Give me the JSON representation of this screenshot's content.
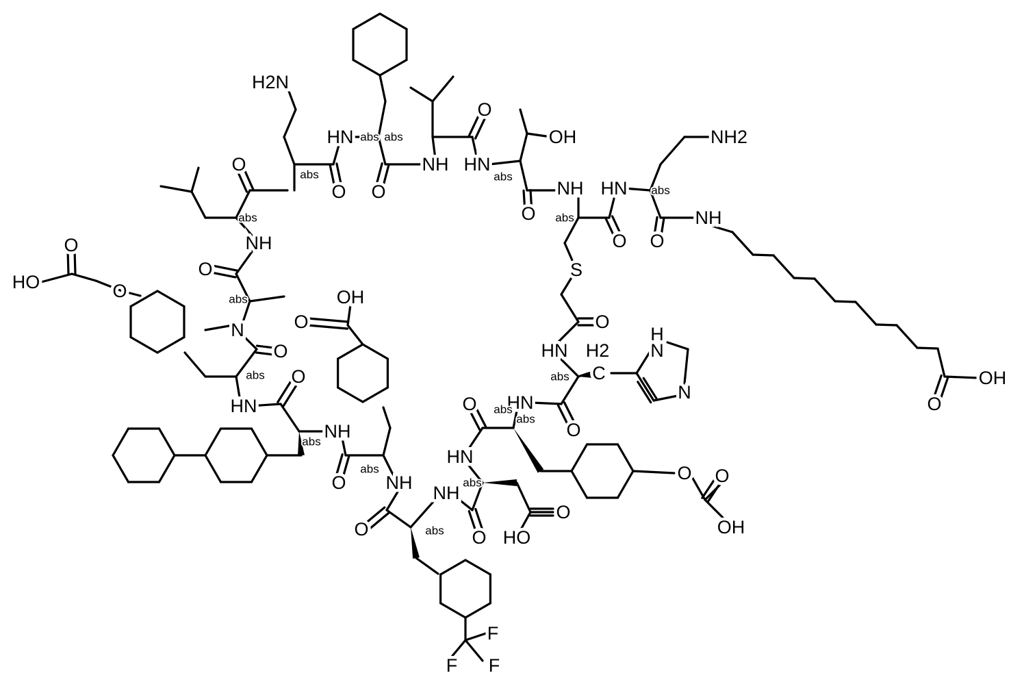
{
  "diagram": {
    "kind": "chemical-structure",
    "stroke_color": "#000000",
    "background": "#ffffff",
    "atom_labels": [
      "H2N",
      "HN",
      "NH",
      "HN",
      "OH",
      "NH",
      "HN",
      "NH2",
      "NH",
      "O",
      "O",
      "O",
      "O",
      "O",
      "O",
      "O",
      "NH",
      "HO",
      "O",
      "O",
      "O",
      "N",
      "O",
      "OH",
      "S",
      "O",
      "HN",
      "H2",
      "C",
      "N",
      "H",
      "N",
      "OH",
      "O",
      "O",
      "HN",
      "NH",
      "O",
      "NH",
      "O",
      "HN",
      "O",
      "HN",
      "O",
      "O",
      "OH",
      "O",
      "NH",
      "O",
      "HO",
      "O",
      "F",
      "F",
      "F",
      "O"
    ],
    "stereo_label": "abs",
    "stereo_count": 16
  }
}
